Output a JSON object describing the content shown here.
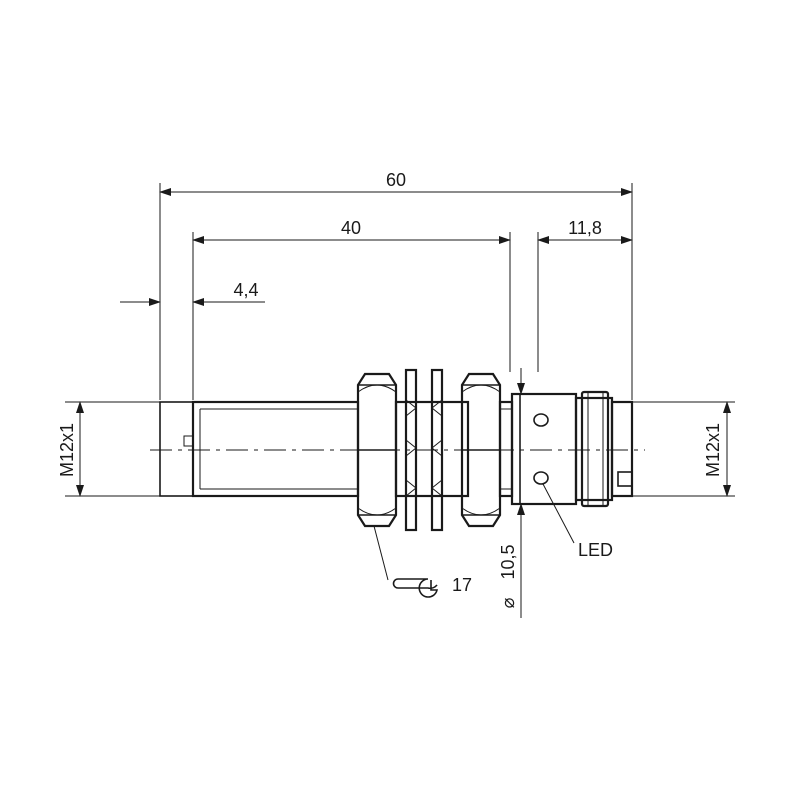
{
  "dimensions": {
    "overall_length": "60",
    "thread_length": "40",
    "connector_length": "11,8",
    "front_offset": "4,4",
    "left_thread": "M12x1",
    "right_thread": "M12x1",
    "diameter": "10,5",
    "diameter_symbol": "⌀"
  },
  "callouts": {
    "led": "LED",
    "wrench_size": "17"
  },
  "colors": {
    "line": "#1a1a1a",
    "background": "#ffffff"
  }
}
